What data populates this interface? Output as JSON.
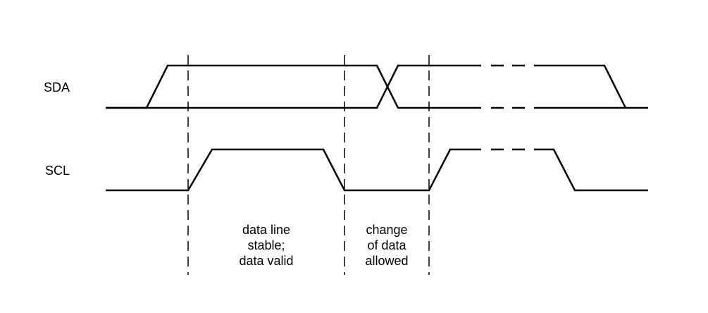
{
  "signals": {
    "sda": "SDA",
    "scl": "SCL"
  },
  "annotations": {
    "stable": [
      "data line",
      "stable;",
      "data valid"
    ],
    "change": [
      "change",
      "of data",
      "allowed"
    ]
  },
  "colors": {
    "line": "#000000",
    "background": "#ffffff"
  }
}
